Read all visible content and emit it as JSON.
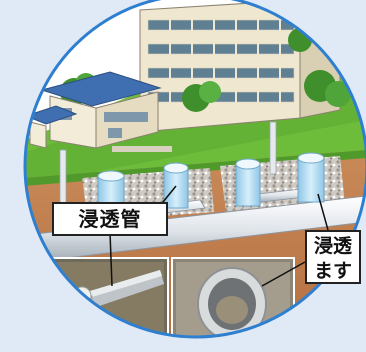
{
  "labels": {
    "pipe": "浸透管",
    "basin_line1": "浸透",
    "basin_line2": "ます"
  },
  "colors": {
    "background": "#dfeaf6",
    "sky_circle": "#ffffff",
    "circle_ring": "#2f7fd0",
    "lawn": "#6fbf3a",
    "soil": "#c07a4a",
    "gravel": "#c9c4bc",
    "pipe": "#e9edf2",
    "tank_water": "#b8dff4",
    "label_border": "#222222"
  },
  "icons": [
    "apartment-building-icon",
    "house-icon",
    "tree-icon",
    "pipe-icon",
    "manhole-icon"
  ]
}
